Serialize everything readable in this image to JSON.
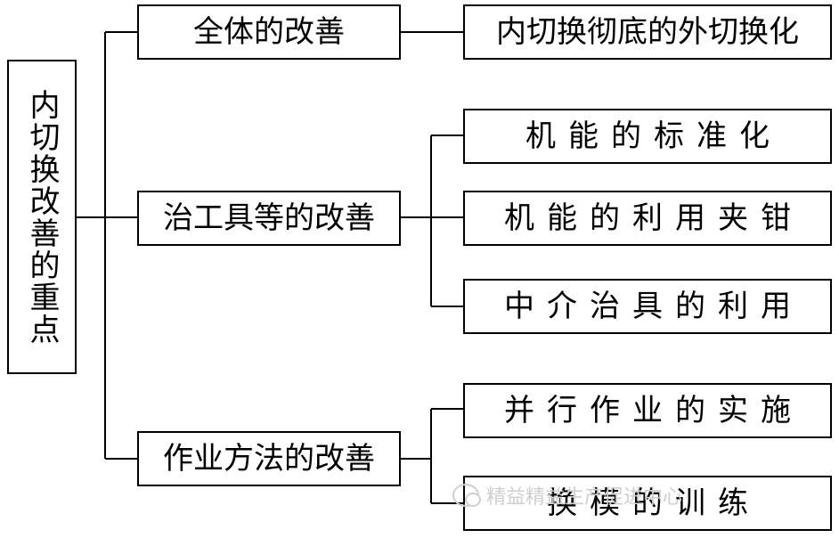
{
  "root": {
    "label": "内切换改善的重点"
  },
  "branches": [
    {
      "label": "全体的改善",
      "children": [
        "内切换彻底的外切换化"
      ]
    },
    {
      "label": "治工具等的改善",
      "children": [
        "机能的标准化",
        "机能的利用夹钳",
        "中介治具的利用"
      ]
    },
    {
      "label": "作业方法的改善",
      "children": [
        "并行作业的实施",
        "换模的训练"
      ]
    }
  ],
  "watermark": {
    "text": "精益精益生产促进中心",
    "icon": "wechat-icon"
  },
  "colors": {
    "line": "#000000",
    "box_border": "#000000",
    "watermark": "#cfcfcf"
  }
}
